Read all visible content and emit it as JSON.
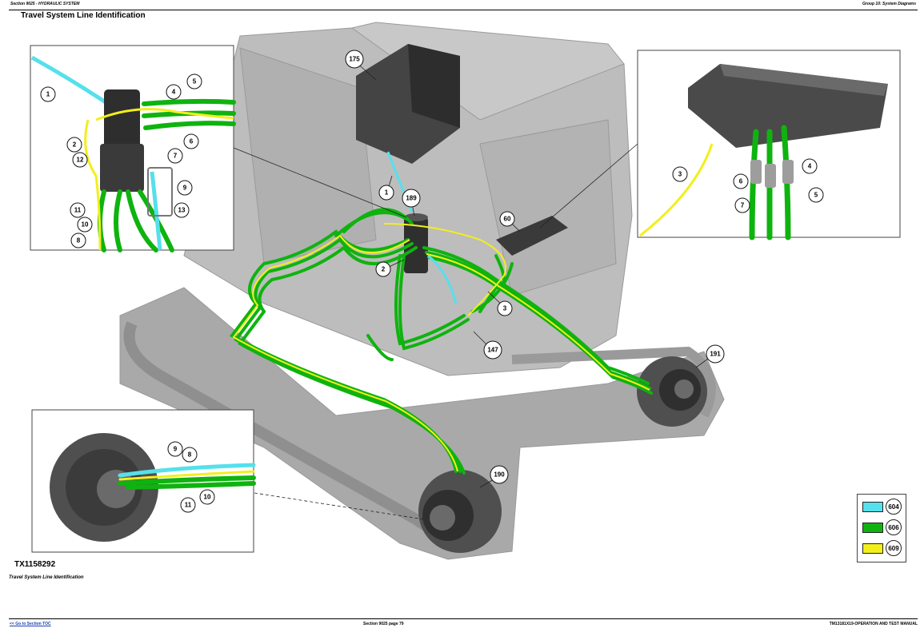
{
  "header": {
    "left": "Section 9025 - HYDRAULIC SYSTEM",
    "right": "Group 10: System Diagrams"
  },
  "title": "Travel System Line Identification",
  "figure_id": "TX1158292",
  "caption": "Travel System Line Identification",
  "footer": {
    "link": "<< Go to Section TOC",
    "center": "Section 9025 page 79",
    "right": "TM13181X19-OPERATION AND TEST MANUAL"
  },
  "legend": [
    {
      "code": "604",
      "color": "#55e0ec"
    },
    {
      "code": "606",
      "color": "#0fb30f"
    },
    {
      "code": "609",
      "color": "#f2ef1c"
    }
  ],
  "callouts": {
    "main": [
      "175",
      "189",
      "1",
      "2",
      "3",
      "60",
      "147",
      "191",
      "190"
    ],
    "inset_top_left": [
      "1",
      "4",
      "5",
      "2",
      "6",
      "7",
      "12",
      "9",
      "11",
      "13",
      "10",
      "8"
    ],
    "inset_top_right": [
      "3",
      "4",
      "6",
      "5",
      "7"
    ],
    "inset_bottom_left": [
      "9",
      "8",
      "11",
      "10"
    ]
  }
}
